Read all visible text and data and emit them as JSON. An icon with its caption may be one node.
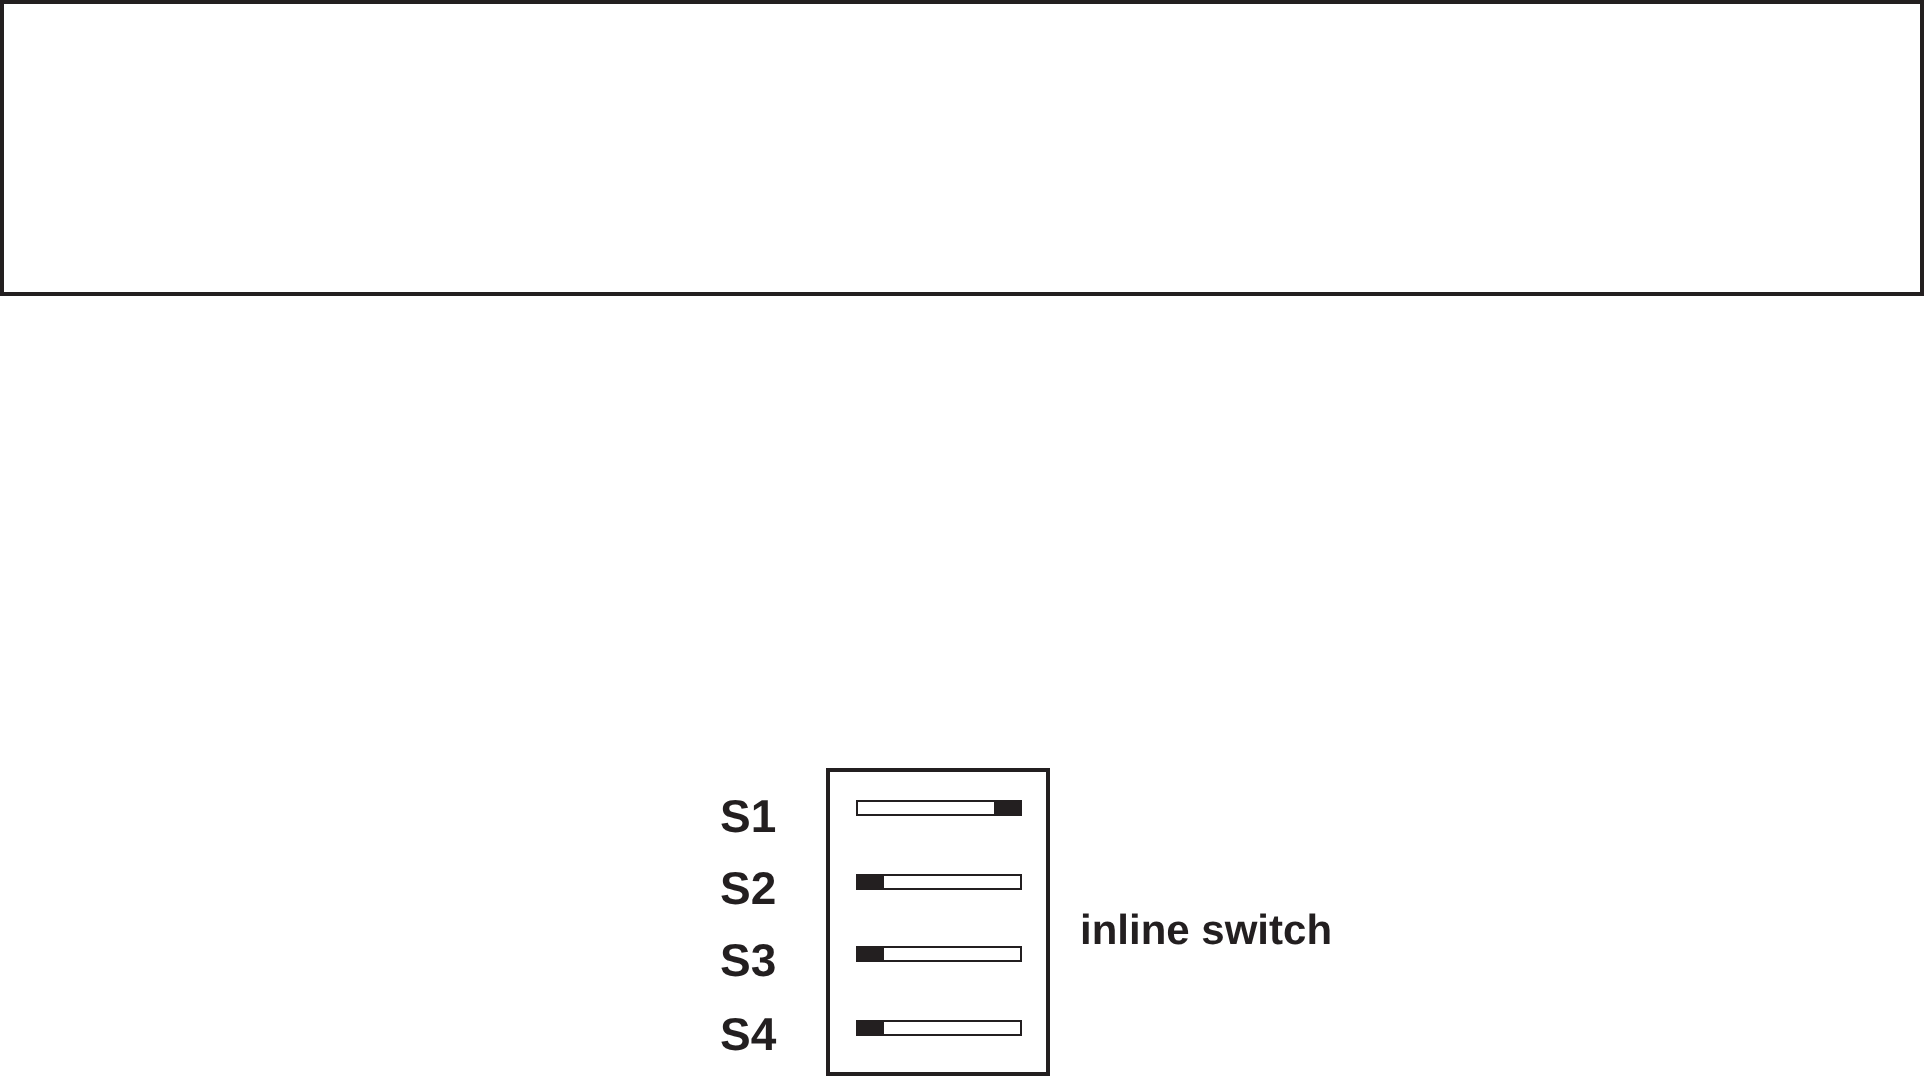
{
  "diagram": {
    "nodes": [
      {
        "text": [],
        "shape": "box"
      }
    ],
    "labels": [
      "S1",
      "S2",
      "S3",
      "S4",
      "inline switch"
    ]
  }
}
